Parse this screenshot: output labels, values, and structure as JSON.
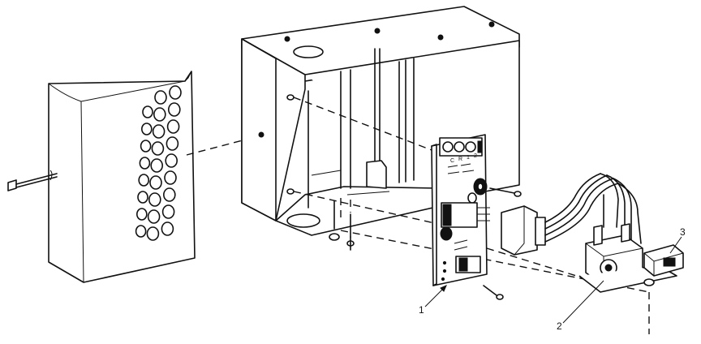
{
  "callouts": {
    "board": "1",
    "transformer": "2",
    "bracket": "3"
  },
  "board_labels": [
    "C",
    "R",
    "1",
    "2"
  ]
}
